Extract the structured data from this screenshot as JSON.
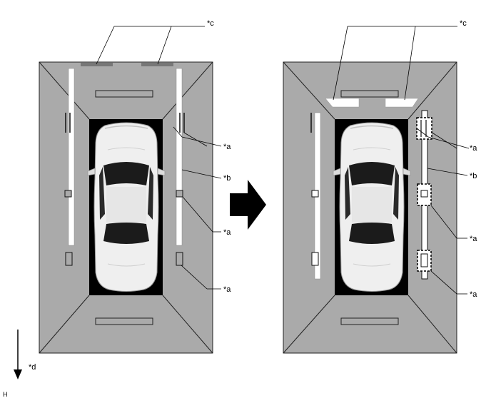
{
  "labels": {
    "a": "*a",
    "b": "*b",
    "c": "*c",
    "d": "*d",
    "h": "H"
  },
  "colors": {
    "floor": "#aaaaaa",
    "floor_outline": "#222222",
    "pit": "#000000",
    "car_body": "#f0f0f0",
    "car_glass": "#1a1a1a",
    "marking": "#ffffff",
    "arrow": "#000000"
  },
  "icons": {
    "transition": "right-arrow-icon",
    "direction": "down-arrow-icon"
  }
}
